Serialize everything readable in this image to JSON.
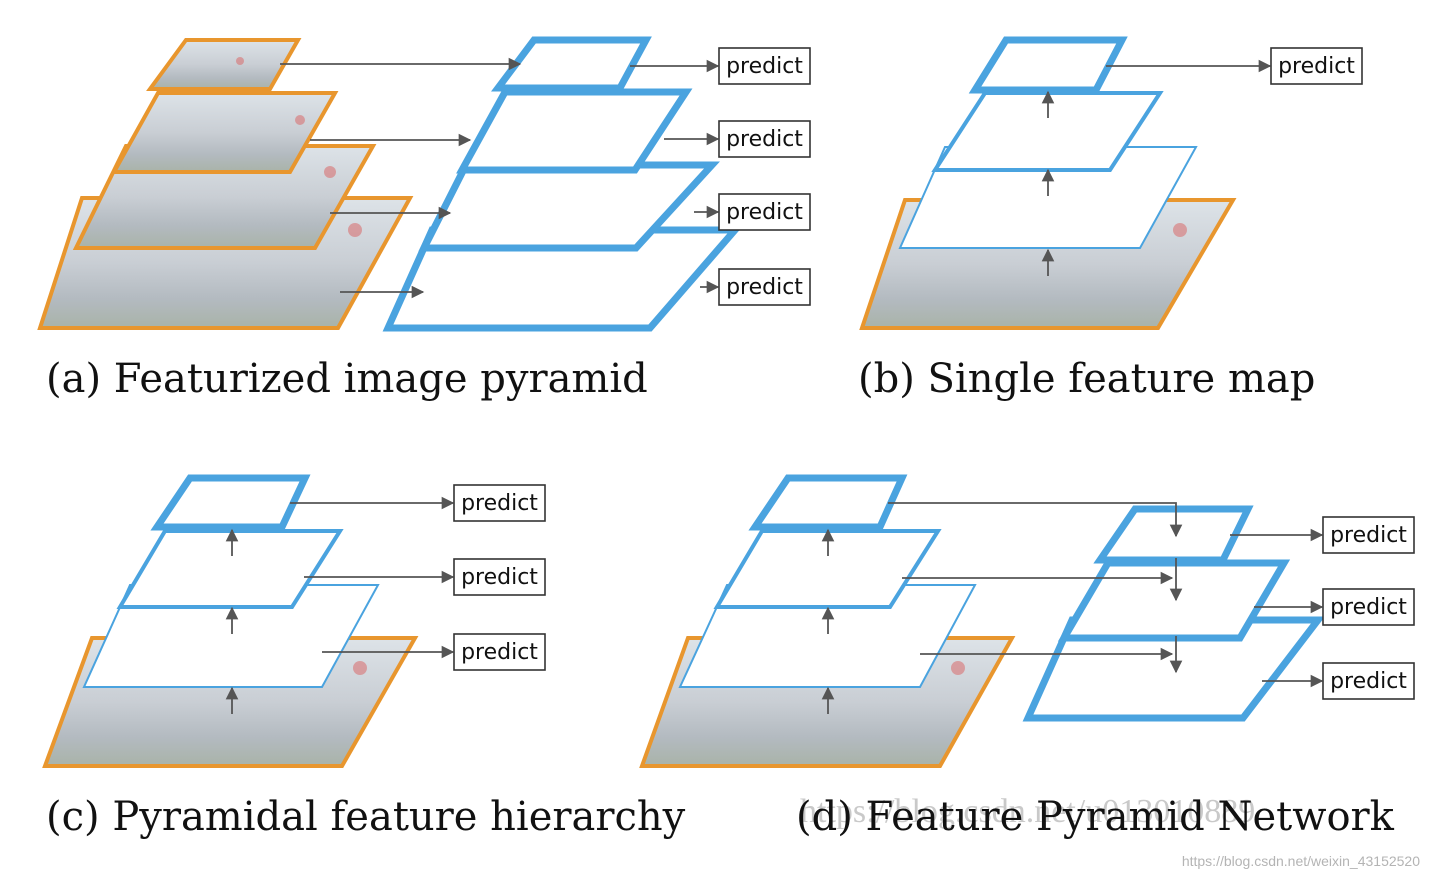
{
  "panels": [
    {
      "id": "a",
      "caption": "(a) Featurized image pyramid",
      "predict_labels": [
        "predict",
        "predict",
        "predict",
        "predict"
      ]
    },
    {
      "id": "b",
      "caption": "(b) Single feature map",
      "predict_labels": [
        "predict"
      ]
    },
    {
      "id": "c",
      "caption": "(c) Pyramidal feature hierarchy",
      "predict_labels": [
        "predict",
        "predict",
        "predict"
      ]
    },
    {
      "id": "d",
      "caption": "(d) Feature Pyramid Network",
      "predict_labels": [
        "predict",
        "predict",
        "predict"
      ]
    }
  ],
  "watermark": {
    "main": "https://blog.csdn.net/u013010889",
    "url": "https://blog.csdn.net/weixin_43152520"
  },
  "colors": {
    "feature_map": "#4aa3df",
    "image": "#e8962e",
    "arrow": "#555555"
  }
}
